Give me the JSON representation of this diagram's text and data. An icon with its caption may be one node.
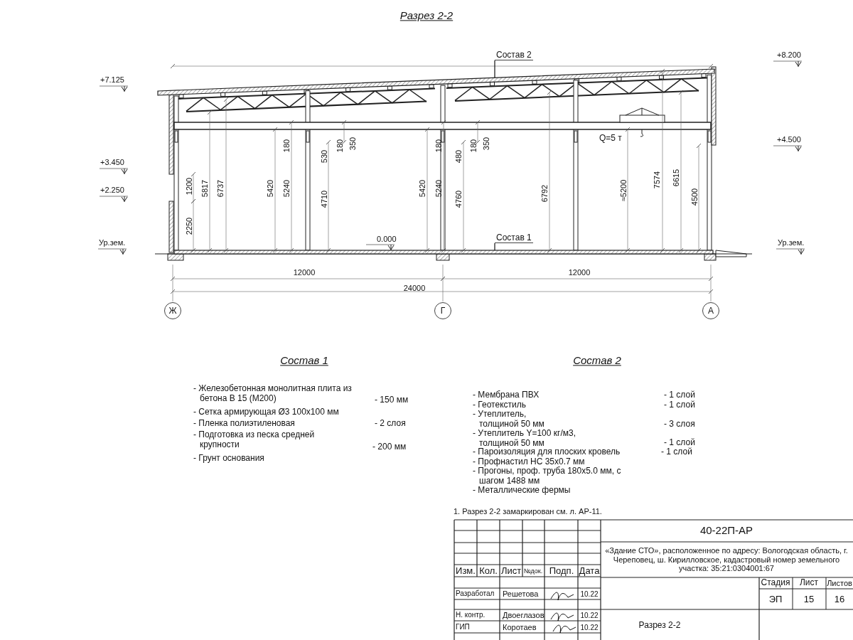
{
  "diagram": {
    "title": "Разрез 2-2",
    "nodes": [
      {
        "text": [
          "Ж"
        ]
      },
      {
        "text": [
          "Г"
        ]
      },
      {
        "text": [
          "А"
        ]
      },
      {
        "text": [
          "Состав 2"
        ]
      },
      {
        "text": [
          "Состав 1"
        ]
      }
    ],
    "edges": [
      {
        "from": 3,
        "to": null,
        "arrow": "none"
      },
      {
        "from": 4,
        "to": null,
        "arrow": "none"
      }
    ],
    "labels": [
      "+7.125",
      "+8.200",
      "+3.450",
      "+4.500",
      "+2.250",
      "Ур.зем.",
      "Ур.зем.",
      "0.000",
      "1200",
      "2250",
      "5817",
      "6737",
      "5420",
      "5240",
      "180",
      "530",
      "4710",
      "180",
      "350",
      "5420",
      "5240",
      "180",
      "480",
      "4760",
      "180",
      "350",
      "6792",
      "Q=5 т",
      "≈5200",
      "7574",
      "6615",
      "4500",
      "12000",
      "12000",
      "24000",
      "Состав 1",
      "Состав 2",
      "- Железобетонная  монолитная плита из бетона В 15 (М200)",
      "- 150 мм",
      "- Сетка армирующая Ø3 100х100 мм",
      "- Пленка полиэтиленовая",
      "-  2 слоя",
      "- Подготовка из песка средней крупности",
      "- 200 мм",
      "- Грунт основания",
      "- Мембрана ПВХ",
      "- 1 слой",
      "- Геотекстиль",
      "- 1 слой",
      "- Утеплитель, толщиной 50 мм",
      "- 3 слоя",
      "- Утеплитель Y=100 кг/м3, толщиной 50 мм",
      "- 1 слой",
      "- Пароизоляция для плоских кровель",
      "- 1 слой",
      "- Профнастил НС 35х0.7 мм",
      "- Прогоны, проф. труба 180х5.0 мм, с шагом 1488 мм",
      "- Металлические фермы",
      "1. Разрез 2-2 замаркирован см. л. АР-11.",
      "40-22П-АР",
      "«Здание СТО», расположенное по адресу: Вологодская область, г. Череповец, ш. Кирилловское, кадастровый номер земельного участка: 35:21:0304001:67",
      "Изм.",
      "Кол.",
      "Лист",
      "№док.",
      "Подп.",
      "Дата",
      "Стадия",
      "Лист",
      "Листов",
      "Разработал",
      "Решетова",
      "10.22",
      "ЭП",
      "15",
      "16",
      "Н. контр.",
      "Двоеглазов",
      "10.22",
      "Разрез 2-2",
      "ГИП",
      "Коротаев",
      "10.22"
    ]
  }
}
